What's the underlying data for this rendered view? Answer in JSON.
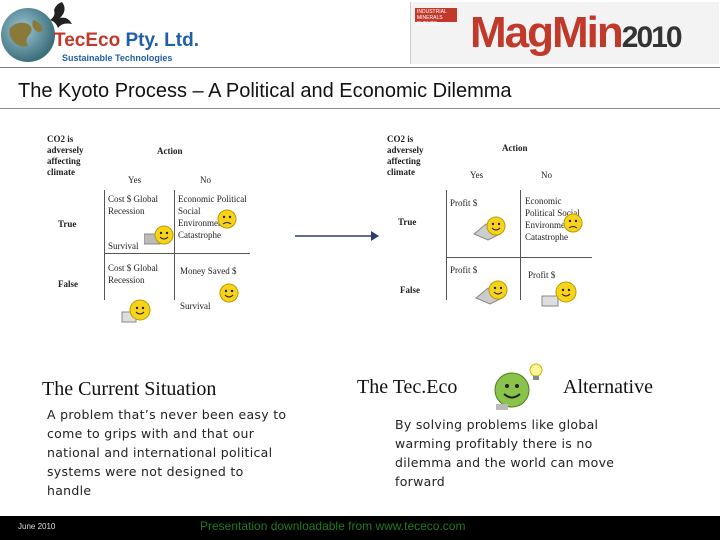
{
  "header": {
    "company_name": "TecEco Pty. Ltd.",
    "company_tagline": "Sustainable Technologies",
    "event_logo": "MagMin2010",
    "event_badge": "INDUSTRIAL MINERALS EVENTS"
  },
  "title": "The Kyoto Process – A Political and Economic Dilemma",
  "left_table": {
    "row_header": "CO2 is adversely affecting climate",
    "action_header": "Action",
    "col_yes": "Yes",
    "col_no": "No",
    "row_true": "True",
    "row_false": "False",
    "cell_true_yes": "Cost $ Global Recession",
    "cell_true_yes_note": "Survival",
    "cell_true_no": "Economic Political Social Environmental Catastrophe",
    "cell_false_yes": "Cost $ Global Recession",
    "cell_false_no": "Money Saved $",
    "below_note": "Survival"
  },
  "right_table": {
    "row_header": "CO2 is adversely affecting climate",
    "action_header": "Action",
    "col_yes": "Yes",
    "col_no": "No",
    "row_true": "True",
    "row_false": "False",
    "cell_true_yes": "Profit $",
    "cell_true_no": "Economic Political Social Environmental Catastrophe",
    "cell_false_yes": "Profit $",
    "cell_false_no": "Profit $"
  },
  "current": {
    "heading": "The Current Situation",
    "body": "A problem that’s never been easy to come to grips with and that our national and international political systems were not designed to handle"
  },
  "alternative": {
    "heading_left": "The Tec.Eco",
    "heading_right": "Alternative",
    "body": "By solving problems like global warming profitably there is no dilemma and the world can move forward"
  },
  "footer": {
    "date": "June 2010",
    "link": "Presentation downloadable from www.tececo.com"
  }
}
